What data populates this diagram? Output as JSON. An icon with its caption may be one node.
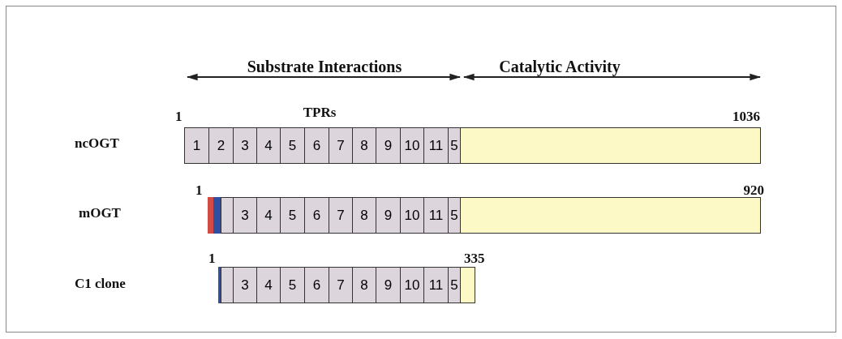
{
  "diagram": {
    "nodes": [
      {
        "text": [
          "1"
        ]
      },
      {
        "text": [
          "2"
        ]
      },
      {
        "text": [
          "3"
        ]
      },
      {
        "text": [
          "4"
        ]
      },
      {
        "text": [
          "5"
        ]
      },
      {
        "text": [
          "6"
        ]
      },
      {
        "text": [
          "7"
        ]
      },
      {
        "text": [
          "8"
        ]
      },
      {
        "text": [
          "9"
        ]
      },
      {
        "text": [
          "10"
        ]
      },
      {
        "text": [
          "11"
        ]
      },
      {
        "text": [
          "5"
        ]
      },
      {
        "text": [],
        "shape": "box"
      },
      {
        "text": [],
        "shape": "bar"
      },
      {
        "text": [],
        "shape": "bar"
      },
      {
        "text": [],
        "shape": "box"
      },
      {
        "text": [
          "3"
        ]
      },
      {
        "text": [
          "4"
        ]
      },
      {
        "text": [
          "5"
        ]
      },
      {
        "text": [
          "6"
        ]
      },
      {
        "text": [
          "7"
        ]
      },
      {
        "text": [
          "8"
        ]
      },
      {
        "text": [
          "9"
        ]
      },
      {
        "text": [
          "10"
        ]
      },
      {
        "text": [
          "11"
        ]
      },
      {
        "text": [
          "5"
        ]
      },
      {
        "text": [],
        "shape": "box"
      },
      {
        "text": [],
        "shape": "bar"
      },
      {
        "text": [],
        "shape": "box"
      },
      {
        "text": [
          "3"
        ]
      },
      {
        "text": [
          "4"
        ]
      },
      {
        "text": [
          "5"
        ]
      },
      {
        "text": [
          "6"
        ]
      },
      {
        "text": [
          "7"
        ]
      },
      {
        "text": [
          "8"
        ]
      },
      {
        "text": [
          "9"
        ]
      },
      {
        "text": [
          "10"
        ]
      },
      {
        "text": [
          "11"
        ]
      },
      {
        "text": [
          "5"
        ]
      },
      {
        "text": [],
        "shape": "box"
      }
    ],
    "labels": [
      "Substrate Interactions",
      "Catalytic Activity",
      "TPRs",
      "1",
      "1036",
      "ncOGT",
      "1",
      "920",
      "mOGT",
      "1",
      "335",
      "C1 clone"
    ]
  }
}
